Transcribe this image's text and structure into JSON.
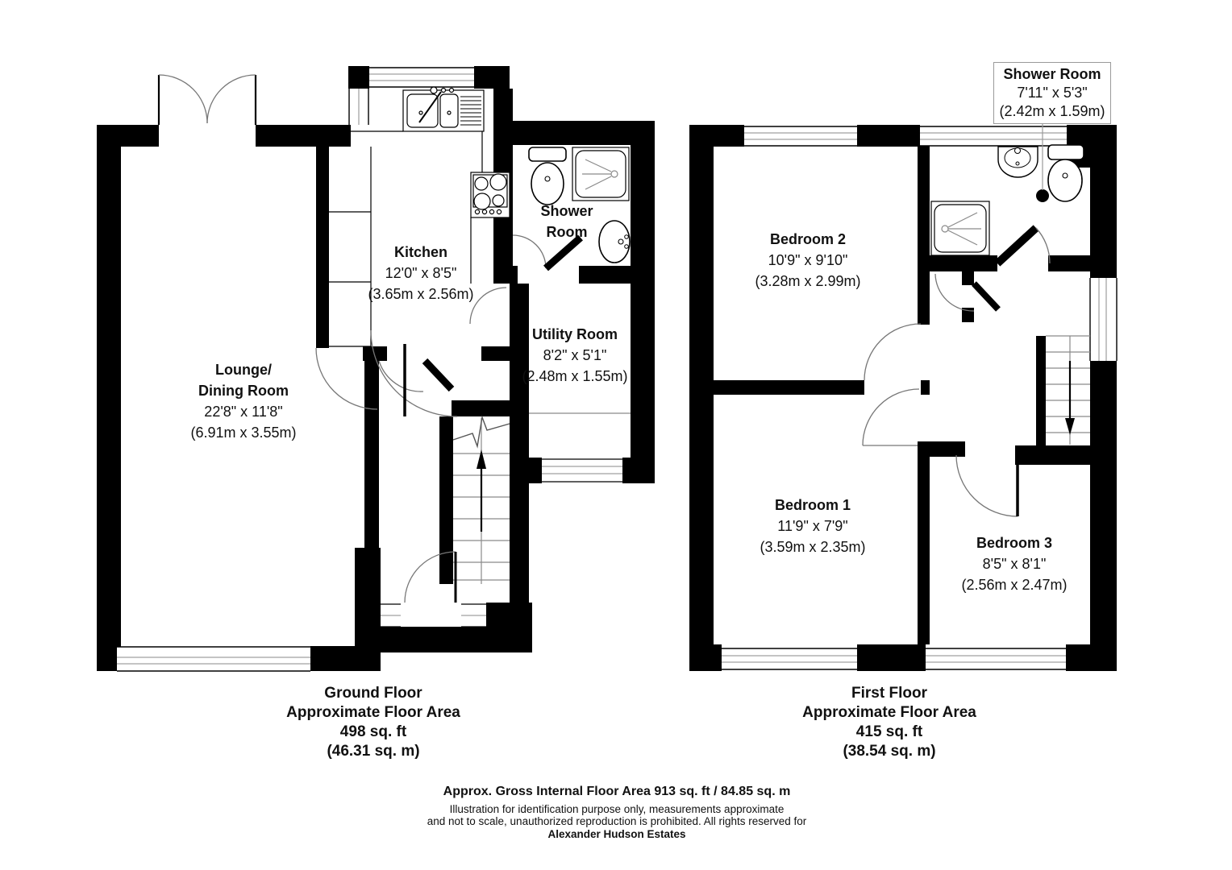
{
  "ground": {
    "lounge": {
      "l1": "Lounge/",
      "l2": "Dining Room",
      "l3": "22'8\" x 11'8\"",
      "l4": "(6.91m x 3.55m)"
    },
    "kitchen": {
      "l1": "Kitchen",
      "l2": "12'0\" x 8'5\"",
      "l3": "(3.65m x 2.56m)"
    },
    "shower": {
      "l1": "Shower",
      "l2": "Room"
    },
    "utility": {
      "l1": "Utility Room",
      "l2": "8'2\" x 5'1\"",
      "l3": "(2.48m x 1.55m)"
    },
    "caption": {
      "l1": "Ground Floor",
      "l2": "Approximate Floor Area",
      "l3": "498 sq. ft",
      "l4": "(46.31 sq. m)"
    }
  },
  "first": {
    "bedroom2": {
      "l1": "Bedroom 2",
      "l2": "10'9\" x 9'10\"",
      "l3": "(3.28m x 2.99m)"
    },
    "bedroom1": {
      "l1": "Bedroom 1",
      "l2": "11'9\" x 7'9\"",
      "l3": "(3.59m x 2.35m)"
    },
    "bedroom3": {
      "l1": "Bedroom 3",
      "l2": "8'5\" x 8'1\"",
      "l3": "(2.56m x 2.47m)"
    },
    "shower_callout": {
      "l1": "Shower Room",
      "l2": "7'11\" x 5'3\"",
      "l3": "(2.42m x 1.59m)"
    },
    "caption": {
      "l1": "First Floor",
      "l2": "Approximate Floor Area",
      "l3": "415 sq. ft",
      "l4": "(38.54 sq. m)"
    }
  },
  "footer": {
    "gross": "Approx. Gross Internal Floor Area 913 sq. ft / 84.85 sq. m",
    "disc1": "Illustration for identification purpose only, measurements approximate",
    "disc2": "and not to scale, unauthorized reproduction is prohibited. All rights reserved for",
    "company": "Alexander Hudson Estates"
  },
  "colors": {
    "wall": "#000000",
    "thin_line": "#8a8a8a",
    "text": "#111111",
    "background": "#ffffff"
  }
}
